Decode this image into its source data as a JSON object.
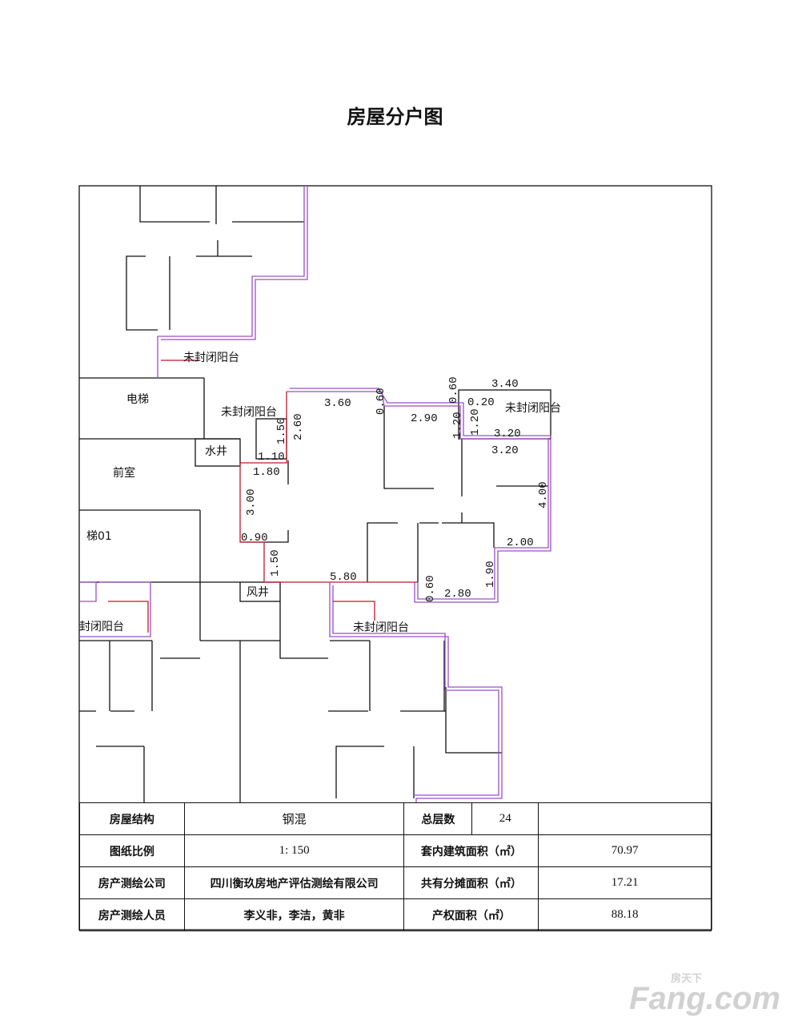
{
  "title": "房屋分户图",
  "rooms": {
    "balcony": "未封闭阳台",
    "balcony_cut": "封闭阳台",
    "elevator": "电梯",
    "water_shaft": "水井",
    "lobby": "前室",
    "stair": "梯01",
    "air_shaft": "风井"
  },
  "dimensions": {
    "d360": "3.60",
    "d060a": "0.60",
    "d060b": "0.60",
    "d340": "3.40",
    "d020": "0.20",
    "d290": "2.90",
    "d120a": "1.20",
    "d120b": "1.20",
    "d320a": "3.20",
    "d320b": "3.20",
    "d150a": "1.50",
    "d260": "2.60",
    "d110": "1.10",
    "d180": "1.80",
    "d300": "3.00",
    "d090": "0.90",
    "d150b": "1.50",
    "d580": "5.80",
    "d400": "4.00",
    "d200": "2.00",
    "d190": "1.90",
    "d060c": "0.60",
    "d280": "2.80"
  },
  "table": {
    "structure_label": "房屋结构",
    "structure_value": "钢混",
    "floors_label": "总层数",
    "floors_value": "24",
    "scale_label": "图纸比例",
    "scale_value": "1: 150",
    "inner_area_label": "套内建筑面积（㎡）",
    "inner_area_value": "70.97",
    "company_label": "房产测绘公司",
    "company_value": "四川衡玖房地产评估测绘有限公司",
    "shared_area_label": "共有分摊面积（㎡）",
    "shared_area_value": "17.21",
    "surveyor_label": "房产测绘人员",
    "surveyor_value": "李义非，李洁，黄非",
    "total_area_label": "产权面积（㎡）",
    "total_area_value": "88.18"
  },
  "watermark": {
    "text": "Fang.com",
    "sub": "房天下"
  }
}
